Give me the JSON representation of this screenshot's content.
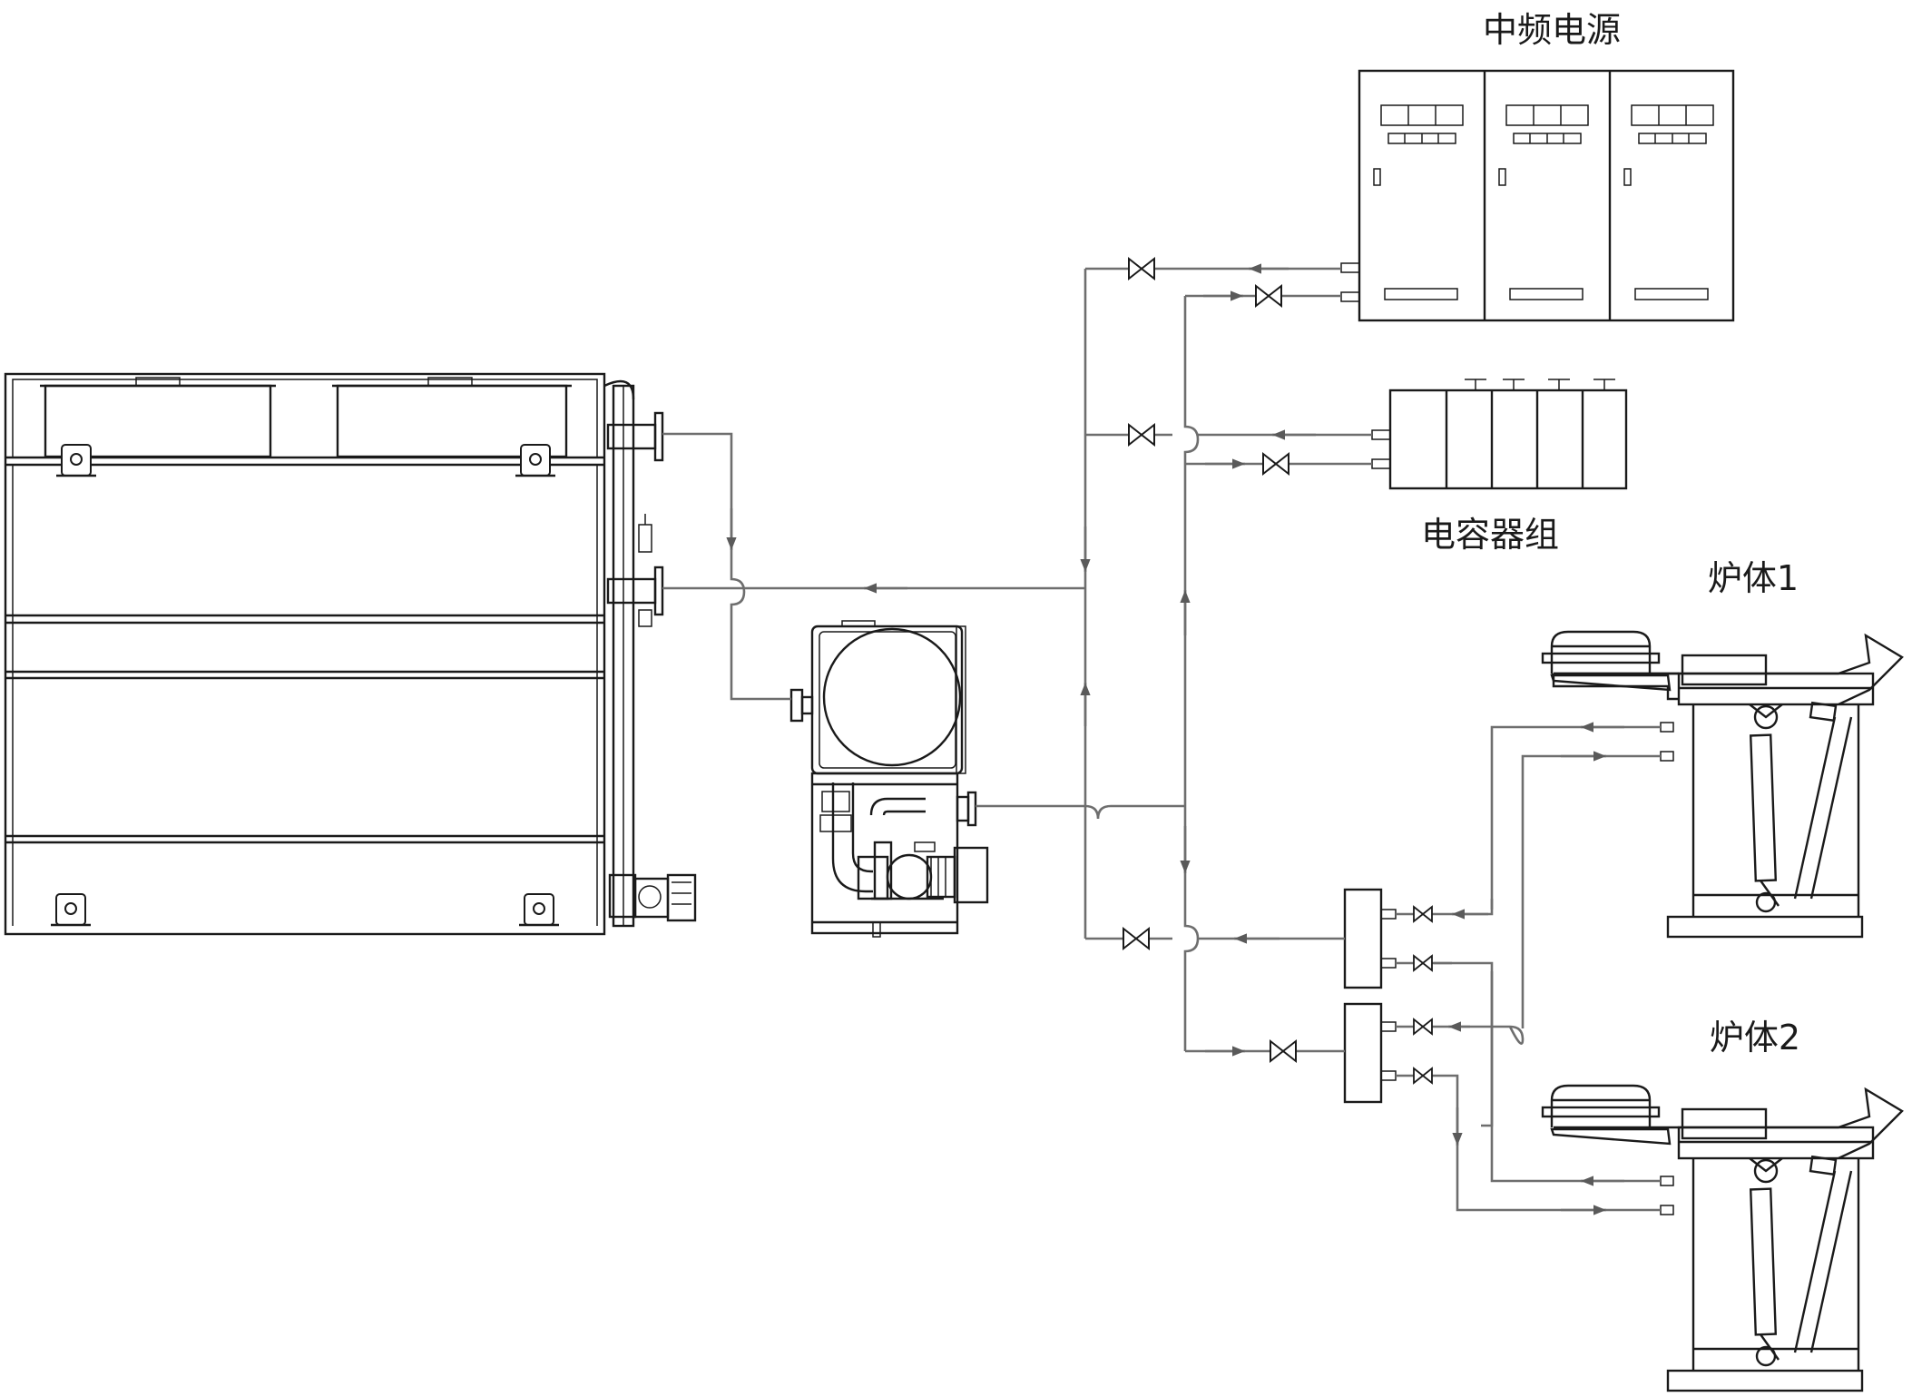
{
  "labels": {
    "power_supply": "中频电源",
    "capacitor_bank": "电容器组",
    "furnace_1": "炉体1",
    "furnace_2": "炉体2"
  },
  "colors": {
    "equipment_line": "#1a1a1a",
    "pipe_line": "#6e6e6e",
    "background": "#ffffff"
  }
}
